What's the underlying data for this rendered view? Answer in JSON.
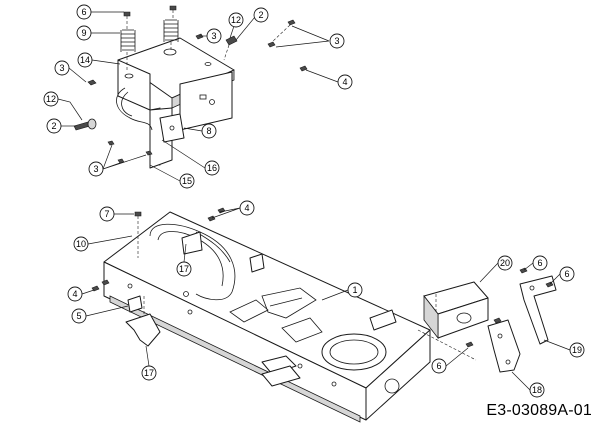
{
  "drawing_code": "E3-03089A-01",
  "callouts": {
    "c6a": "6",
    "c9": "9",
    "c12a": "12",
    "c2a": "2",
    "c3a": "3",
    "c3b": "3",
    "c14": "14",
    "c3c": "3",
    "c4a": "4",
    "c12b": "12",
    "c2b": "2",
    "c8": "8",
    "c3d": "3",
    "c16": "16",
    "c15": "15",
    "c7": "7",
    "c4b": "4",
    "c10": "10",
    "c17a": "17",
    "c1": "1",
    "c4c": "4",
    "c5": "5",
    "c17b": "17",
    "c20": "20",
    "c6b": "6",
    "c6c": "6",
    "c19": "19",
    "c6d": "6",
    "c18": "18"
  }
}
